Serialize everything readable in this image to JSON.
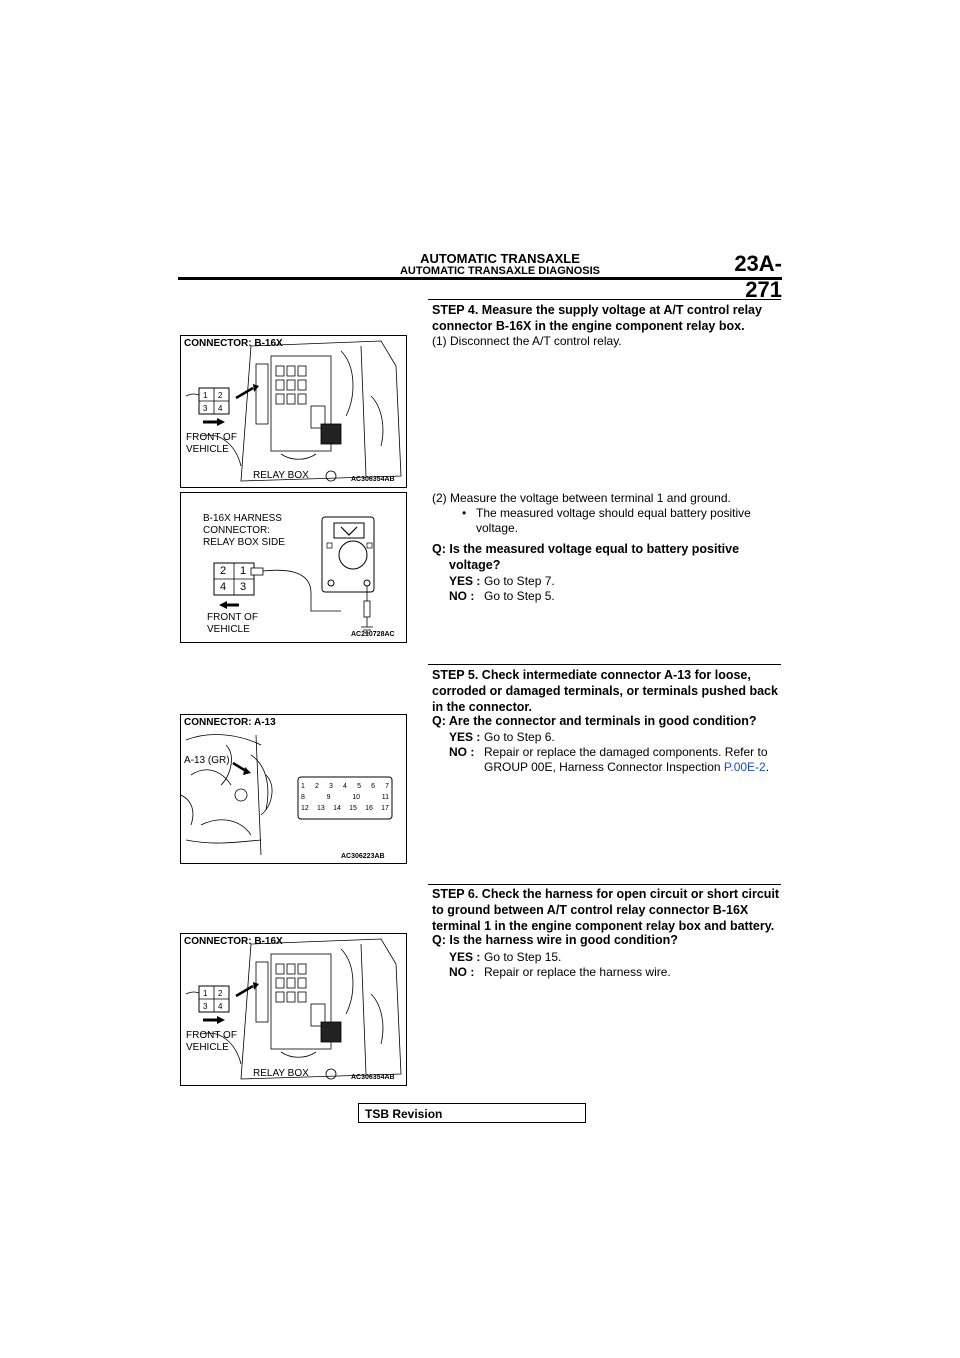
{
  "header": {
    "title": "AUTOMATIC TRANSAXLE",
    "subtitle": "AUTOMATIC TRANSAXLE DIAGNOSIS",
    "page_number": "23A-271"
  },
  "figures": {
    "fig1": {
      "connector_label": "CONNECTOR: B-16X",
      "front_label_1": "FRONT OF",
      "front_label_2": "VEHICLE",
      "relay_box_label": "RELAY BOX",
      "code": "AC306354AB",
      "pins": [
        "1",
        "2",
        "3",
        "4"
      ]
    },
    "fig2": {
      "line1": "B-16X HARNESS",
      "line2": "CONNECTOR:",
      "line3": "RELAY BOX SIDE",
      "front_label_1": "FRONT OF",
      "front_label_2": "VEHICLE",
      "code": "AC210728AC",
      "pins": [
        "2",
        "1",
        "4",
        "3"
      ]
    },
    "fig3": {
      "connector_label": "CONNECTOR: A-13",
      "harness_label": "A-13 (GR)",
      "code": "AC306223AB",
      "pins_row1": [
        "1",
        "2",
        "3",
        "4",
        "5",
        "6",
        "7"
      ],
      "pins_row2": [
        "8",
        "9",
        "10",
        "11"
      ],
      "pins_row3": [
        "12",
        "13",
        "14",
        "15",
        "16",
        "17"
      ]
    },
    "fig4": {
      "connector_label": "CONNECTOR: B-16X",
      "front_label_1": "FRONT OF",
      "front_label_2": "VEHICLE",
      "relay_box_label": "RELAY BOX",
      "code": "AC306354AB",
      "pins": [
        "1",
        "2",
        "3",
        "4"
      ]
    }
  },
  "step4": {
    "title": "STEP 4. Measure the supply voltage at A/T control relay connector B-16X in the engine component relay box.",
    "sub1": "(1) Disconnect the A/T control relay.",
    "sub2": "(2) Measure the voltage between terminal 1 and ground.",
    "bullet": "The measured voltage should equal battery positive voltage.",
    "question": "Q: Is the measured voltage equal to battery positive voltage?",
    "yes_label": "YES :",
    "yes_text": "Go to Step 7.",
    "no_label": "NO :",
    "no_text": "Go to Step 5."
  },
  "step5": {
    "title": "STEP 5. Check intermediate connector A-13 for loose, corroded or damaged terminals, or terminals pushed back in the connector.",
    "question": "Q: Are the connector and terminals in good condition?",
    "yes_label": "YES :",
    "yes_text": "Go to Step 6.",
    "no_label": "NO :",
    "no_text": "Repair or replace the damaged components. Refer to GROUP 00E, Harness Connector Inspection ",
    "no_link": "P.00E-2",
    "no_end": "."
  },
  "step6": {
    "title": "STEP 6. Check the harness for open circuit or short circuit to ground between A/T control relay connector B-16X terminal 1 in the engine component relay box and battery.",
    "question": "Q: Is the harness wire in good condition?",
    "yes_label": "YES :",
    "yes_text": "Go to Step 15.",
    "no_label": "NO :",
    "no_text": "Repair or replace the harness wire."
  },
  "footer": {
    "tsb": "TSB Revision"
  }
}
